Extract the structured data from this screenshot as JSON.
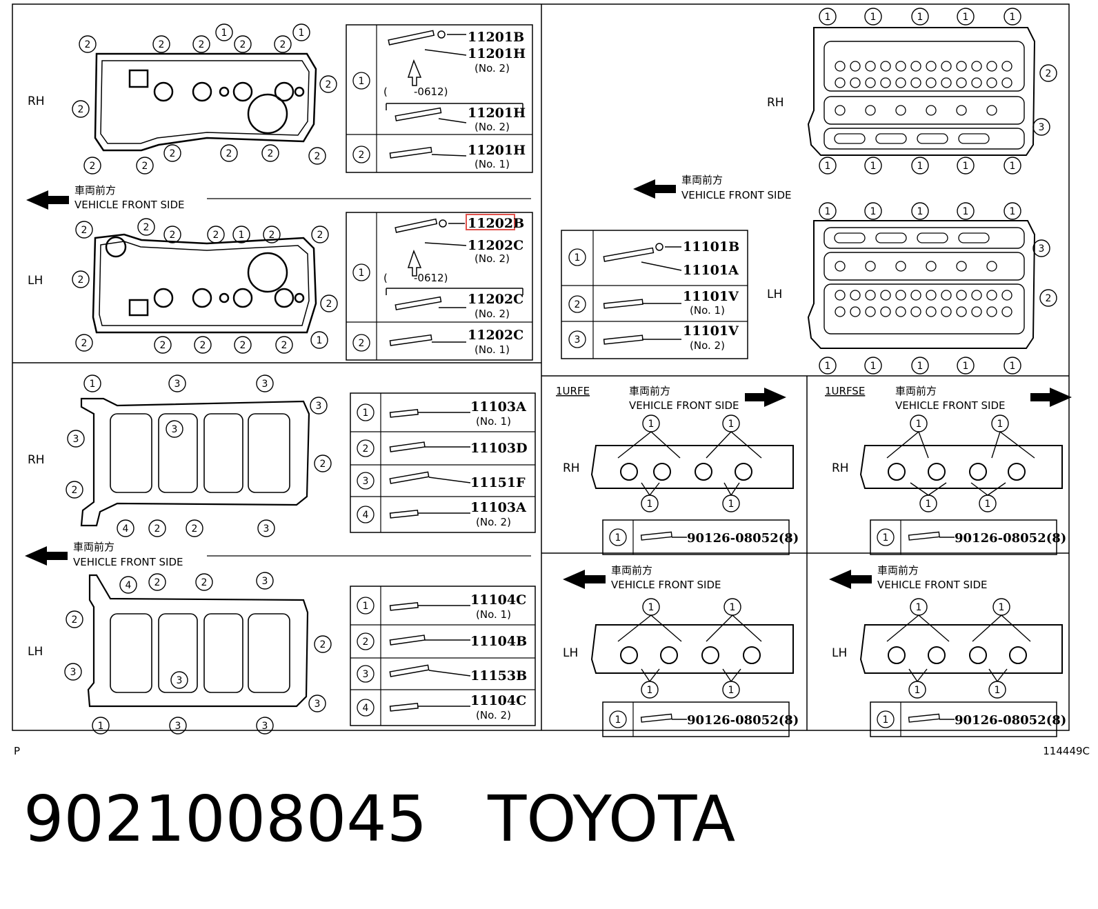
{
  "panels": {
    "cover": {
      "rh_label": "RH",
      "lh_label": "LH",
      "front_jp": "車両前方",
      "front_en": "VEHICLE FRONT SIDE",
      "rh_table": {
        "row1_callout": "1",
        "row1_a": "11201B",
        "row1_b": "11201H",
        "row1_b_sub": "(No. 2)",
        "row1_range": "(        -0612)",
        "row1_c": "11201H",
        "row1_c_sub": "(No. 2)",
        "row2_callout": "2",
        "row2_a": "11201H",
        "row2_a_sub": "(No. 1)"
      },
      "lh_table": {
        "row1_callout": "1",
        "row1_a": "11202B",
        "row1_b": "11202C",
        "row1_b_sub": "(No. 2)",
        "row1_range": "(        -0612)",
        "row1_c": "11202C",
        "row1_c_sub": "(No. 2)",
        "row2_callout": "2",
        "row2_a": "11202C",
        "row2_a_sub": "(No. 1)"
      }
    },
    "head": {
      "rh_label": "RH",
      "lh_label": "LH",
      "front_jp": "車両前方",
      "front_en": "VEHICLE FRONT SIDE",
      "table": {
        "row1_callout": "1",
        "row1_a": "11101B",
        "row1_b": "11101A",
        "row2_callout": "2",
        "row2_a": "11101V",
        "row2_a_sub": "(No. 1)",
        "row3_callout": "3",
        "row3_a": "11101V",
        "row3_a_sub": "(No. 2)"
      }
    },
    "housing": {
      "rh_label": "RH",
      "lh_label": "LH",
      "front_jp": "車両前方",
      "front_en": "VEHICLE FRONT SIDE",
      "rh_table": [
        {
          "callout": "1",
          "part": "11103A",
          "sub": "(No. 1)"
        },
        {
          "callout": "2",
          "part": "11103D",
          "sub": ""
        },
        {
          "callout": "3",
          "part": "11151F",
          "sub": ""
        },
        {
          "callout": "4",
          "part": "11103A",
          "sub": "(No. 2)"
        }
      ],
      "lh_table": [
        {
          "callout": "1",
          "part": "11104C",
          "sub": "(No. 1)"
        },
        {
          "callout": "2",
          "part": "11104B",
          "sub": ""
        },
        {
          "callout": "3",
          "part": "11153B",
          "sub": ""
        },
        {
          "callout": "4",
          "part": "11104C",
          "sub": "(No. 2)"
        }
      ]
    },
    "manifold_urfe": {
      "engine": "1URFE",
      "rh_label": "RH",
      "lh_label": "LH",
      "front_jp": "車両前方",
      "front_en": "VEHICLE FRONT SIDE",
      "callout": "1",
      "part": "90126-08052(8)"
    },
    "manifold_urfse": {
      "engine": "1URFSE",
      "rh_label": "RH",
      "lh_label": "LH",
      "front_jp": "車両前方",
      "front_en": "VEHICLE FRONT SIDE",
      "callout": "1",
      "part": "90126-08052(8)"
    }
  },
  "footer": {
    "left_code": "P",
    "right_code": "114449C"
  },
  "caption": {
    "part_number": "9021008045",
    "brand": "TOYOTA"
  },
  "colors": {
    "ink": "#000000",
    "highlight_box": "#e0504a"
  }
}
